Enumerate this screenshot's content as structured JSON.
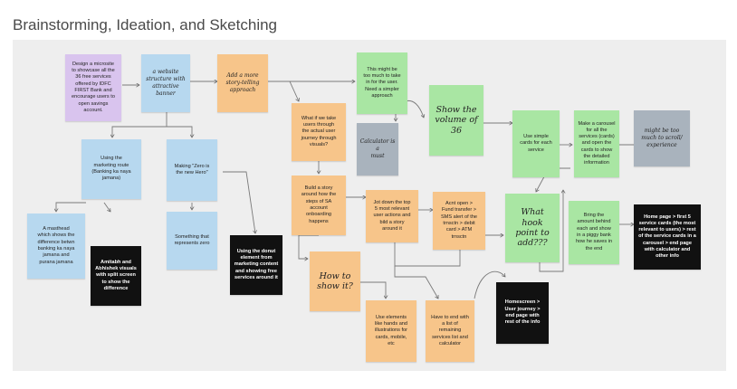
{
  "title": "Brainstorming, Ideation, and Sketching",
  "notes": {
    "n1": "Design a microsite\nto showcase all the\n36 free services\noffered by IDFC\nFIRST Bank and\nencourage users to\nopen savings\naccount.",
    "n2": "a website\nstructure with\nattractive\nbanner",
    "n3": "Add a more\nstory-telling\napproach",
    "n4": "This might be\ntoo much to take\nin for the user.\nNeed a simpler\napproach",
    "n5": "What if we take\nusers through\nthe actual user\njourney through\nvisuals?",
    "n6": "Calculator is a\nmust",
    "n7": "Show the\nvolume of\n36",
    "n8": "Use simple\ncards for each\nservice",
    "n9": "Make a carousel\nfor all the\nservices (cards)\nand open the\ncards to show\nthe detailed\ninformation",
    "n10": "might be too\nmuch to scroll/\nexperience",
    "n11": "Using the\nmarketing route\n(Banking ka naya\njamana)",
    "n12": "Making \"Zero is\nthe new Hero\"",
    "n13": "Build a story\naround how the\nsteps of SA\naccount\nonboarding\nhappens",
    "n14": "Jot down the top\n5 most relevant\nuser actions and\nbild a story\naround it",
    "n15": "Acnt open >\nFund transfer >\nSMS alert of the\ntrnsctn > debit\ncard > ATM\ntrnsctn",
    "n16": "What\nhook\npoint to\nadd???",
    "n17": "Bring the\namount behind\neach and show\nin a piggy bank\nhow he saves in\nthe end",
    "n18": "Home page > first 5\nservice cards (the most\nrelevant to users) > rest\nof the service cards in a\ncarousel > end page\nwith calculator and\nother info",
    "n19": "A masthead\nwhich shows the\ndifference betwn\nbanking ka naya\njamana and\npurana jamana",
    "n20": "Amitabh and\nAbhishek visuals\nwith split screen\nto show the\ndifference",
    "n21": "Something that\nrepresents zero",
    "n22": "Using the donut\nelement from\nmarketing content\nand showing free\nservices around it",
    "n23": "How to\nshow it?",
    "n24": "Use elements\nlike hands and\nillustrations for\ncards, mobile,\netc",
    "n25": "Have to end with\na list of\nremaining\nservices list and\ncalculator",
    "n26": "Homescreen >\nUser journey >\nend page with\nrest of the info"
  },
  "colors": {
    "purple": "#d9c4ee",
    "blue": "#b7d8ef",
    "orange": "#f7c58a",
    "green": "#a9e6a3",
    "gray": "#a9b3bd",
    "yellow": "#f8e08e",
    "black": "#111111"
  }
}
